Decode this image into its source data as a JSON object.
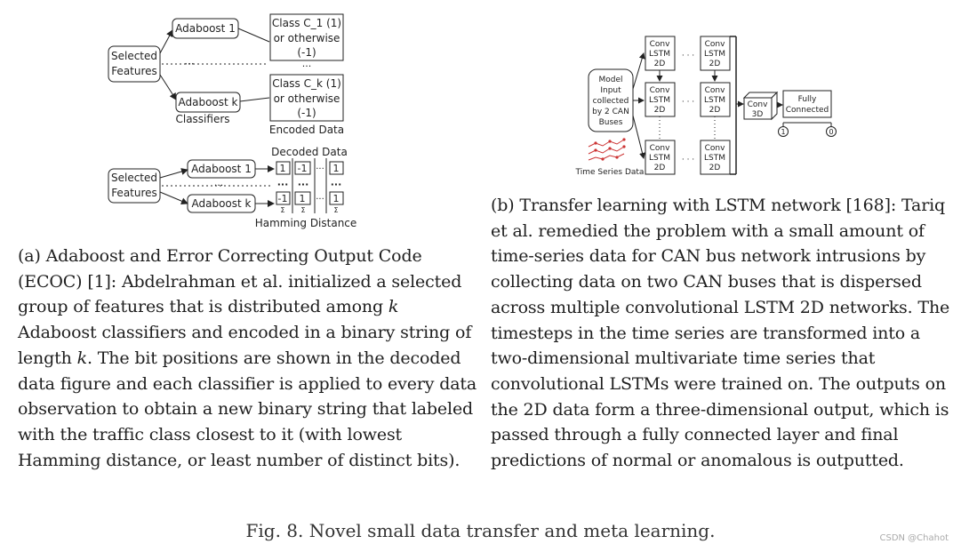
{
  "panel_a": {
    "top": {
      "selected_features": [
        "Selected",
        "Features"
      ],
      "adaboost_1": "Adaboost 1",
      "adaboost_k": "Adaboost k",
      "dots": "···",
      "class_1": [
        "Class C_1 (1)",
        "or otherwise",
        "(-1)"
      ],
      "class_k": [
        "Class C_k (1)",
        "or otherwise",
        "(-1)"
      ],
      "mid_dots": "···",
      "classifiers": "Classifiers",
      "encoded_data": "Encoded Data"
    },
    "bottom": {
      "selected_features": [
        "Selected",
        "Features"
      ],
      "adaboost_1": "Adaboost 1",
      "adaboost_k": "Adaboost k",
      "dots": "···",
      "decoded_data": "Decoded Data",
      "row1": [
        "1",
        "-1",
        "1"
      ],
      "row_mid": [
        "···",
        "···",
        "···"
      ],
      "rowk": [
        "-1",
        "1",
        "1"
      ],
      "sigma": "Σ",
      "hdots": "···",
      "hamming": "Hamming Distance"
    }
  },
  "panel_b": {
    "model_input": [
      "Model",
      "Input",
      "collected",
      "by 2 CAN",
      "Buses"
    ],
    "time_series": "Time Series Data",
    "conv_lstm": [
      "Conv",
      "LSTM",
      "2D"
    ],
    "conv3d": [
      "Conv",
      "3D"
    ],
    "fully_connected": [
      "Fully",
      "Connected"
    ],
    "outputs": [
      "1",
      "0"
    ],
    "hdots": "· · ·",
    "vdots": "·"
  },
  "caption_a": "(a) Adaboost and Error Correcting Output Code (ECOC) [1]: Abdelrahman et al. initialized a selected group of features that is distributed among k Adaboost classifiers and encoded in a binary string of length k. The bit positions are shown in the decoded data figure and each classifier is applied to every data observation to obtain a new binary string that labeled with the traffic class closest to it (with lowest Hamming distance, or least number of distinct bits).",
  "caption_b": "(b) Transfer learning with LSTM network [168]: Tariq et al. remedied the problem with a small amount of time-series data for CAN bus network intrusions by collecting data on two CAN buses that is dispersed across multiple convolutional LSTM 2D networks. The timesteps in the time series are transformed into a two-dimensional multivariate time series that convolutional LSTMs were trained on. The outputs on the 2D data form a three-dimensional output, which is passed through a fully connected layer and final predictions of normal or anomalous is outputted.",
  "figure_caption": "Fig. 8.  Novel small data transfer and meta learning.",
  "watermark": "CSDN @Chahot"
}
